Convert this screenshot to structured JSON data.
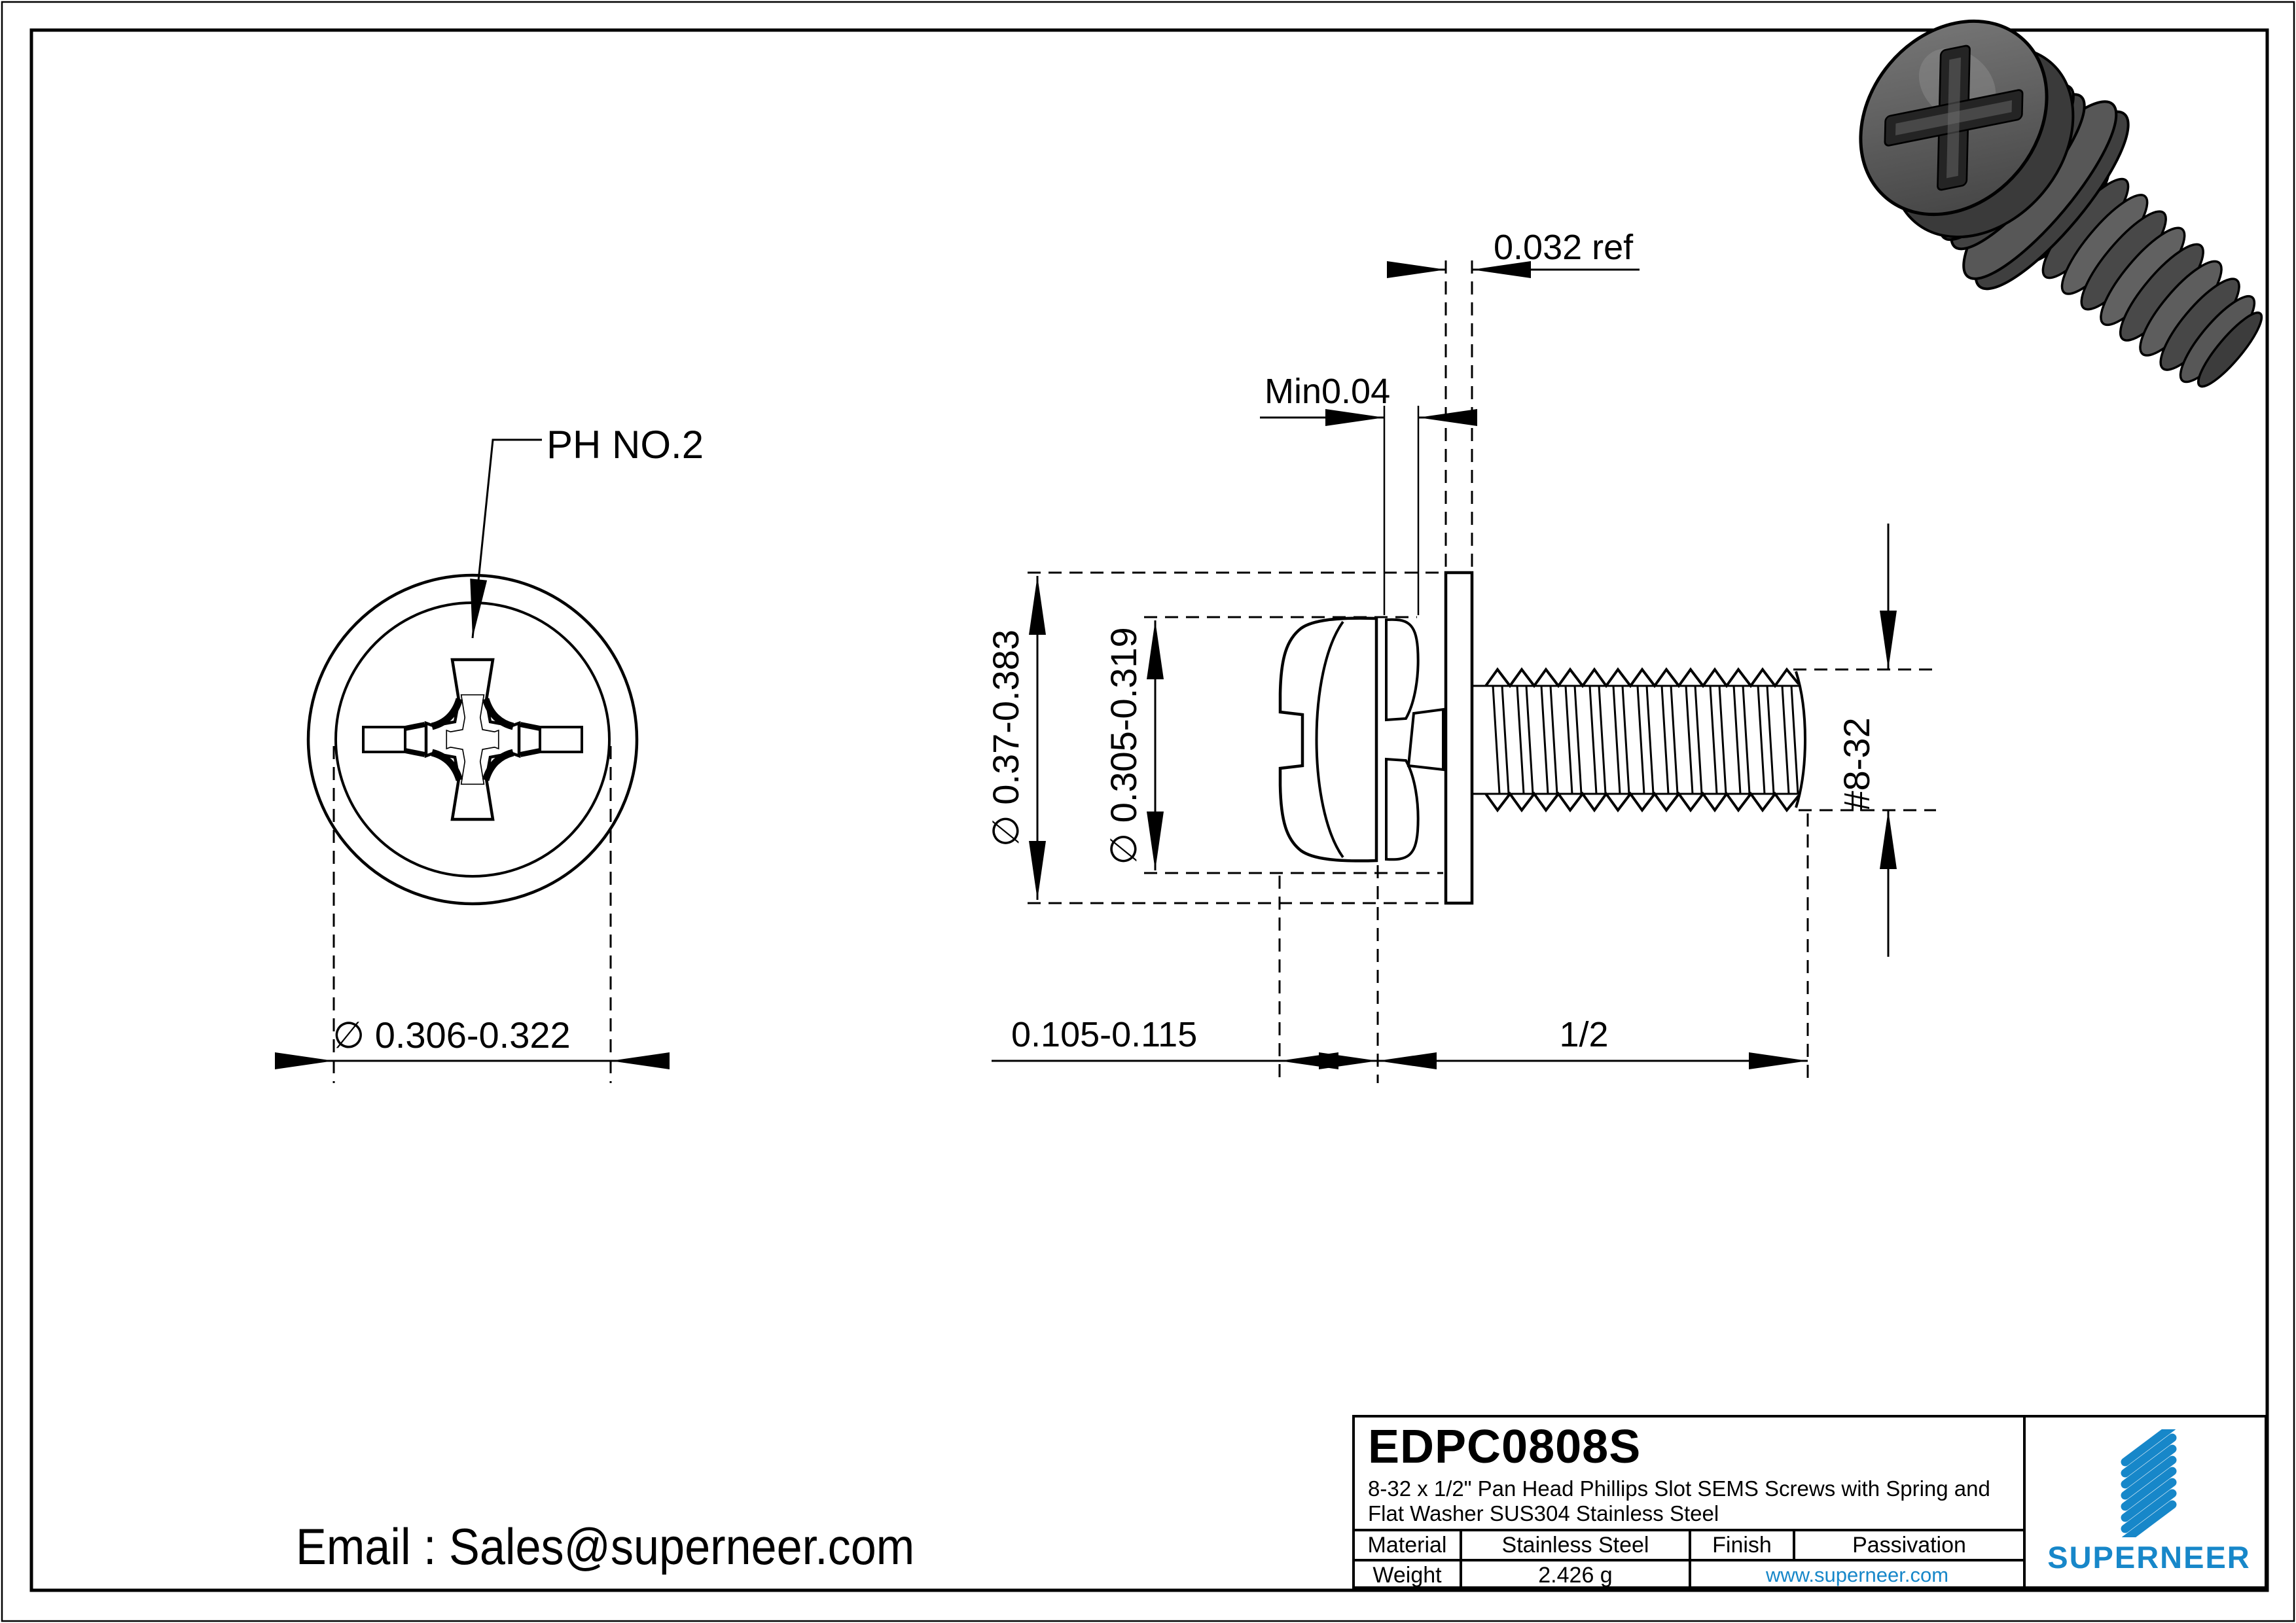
{
  "sheet": {
    "background": "#ffffff",
    "line_color": "#000000",
    "accent_blue": "#1787c9"
  },
  "front_view": {
    "drive_label": "PH NO.2",
    "head_diameter": "∅ 0.306-0.322"
  },
  "side_view": {
    "washer_od": "∅ 0.37-0.383",
    "head_od": "∅ 0.305-0.319",
    "spring_washer_min": "Min0.04",
    "flat_washer_ref": "0.032 ref",
    "thread_spec": "#8-32",
    "head_height": "0.105-0.115",
    "thread_length": "1/2"
  },
  "email_line": "Email : Sales@superneer.com",
  "title_block": {
    "part_number": "EDPC0808S",
    "description_line1": "8-32 x 1/2\" Pan Head Phillips Slot SEMS Screws with Spring and",
    "description_line2": "Flat Washer SUS304 Stainless Steel",
    "material_label": "Material",
    "material_value": "Stainless Steel",
    "finish_label": "Finish",
    "finish_value": "Passivation",
    "weight_label": "Weight",
    "weight_value": "2.426 g",
    "website": "www.superneer.com",
    "brand": "SUPERNEER"
  }
}
